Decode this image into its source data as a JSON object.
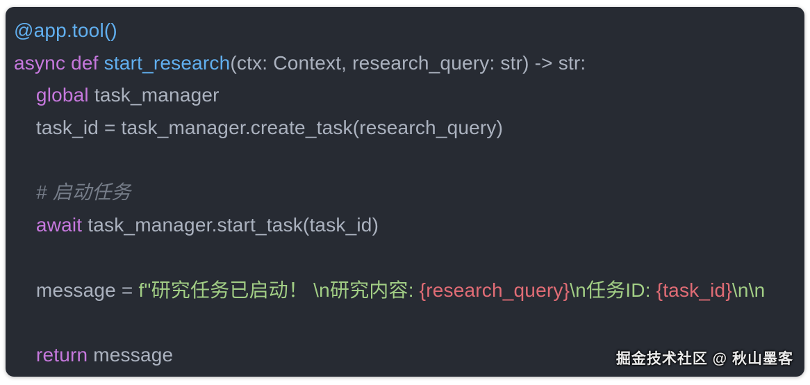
{
  "colors": {
    "panel_background": "#272b33",
    "page_background": "#ffffff",
    "decorator_blue": "#61afef",
    "keyword_purple": "#c678dd",
    "function_blue": "#61afef",
    "default_text": "#abb2bf",
    "comment_gray": "#767d89",
    "string_green": "#a2ce85",
    "interpolation_pink": "#e06c75",
    "watermark_text": "#ececec"
  },
  "code": {
    "language": "python",
    "lines": [
      {
        "segments": [
          {
            "type": "decorator",
            "text": "@app.tool()"
          }
        ]
      },
      {
        "segments": [
          {
            "type": "keyword",
            "text": "async def "
          },
          {
            "type": "func",
            "text": "start_research"
          },
          {
            "type": "plain",
            "text": "(ctx: Context, research_query: str) -> str:"
          }
        ]
      },
      {
        "segments": [
          {
            "type": "plain",
            "text": "    "
          },
          {
            "type": "keyword",
            "text": "global"
          },
          {
            "type": "plain",
            "text": " task_manager"
          }
        ]
      },
      {
        "segments": [
          {
            "type": "plain",
            "text": "    task_id = task_manager.create_task(research_query)"
          }
        ]
      },
      {
        "segments": []
      },
      {
        "segments": [
          {
            "type": "plain",
            "text": "    "
          },
          {
            "type": "comment",
            "text": "# 启动任务"
          }
        ]
      },
      {
        "segments": [
          {
            "type": "plain",
            "text": "    "
          },
          {
            "type": "keyword",
            "text": "await"
          },
          {
            "type": "plain",
            "text": " task_manager.start_task(task_id)"
          }
        ]
      },
      {
        "segments": []
      },
      {
        "segments": [
          {
            "type": "plain",
            "text": "    message = "
          },
          {
            "type": "string",
            "text": "f\"研究任务已启动！ \\n研究内容: "
          },
          {
            "type": "interp",
            "text": "{research_query}"
          },
          {
            "type": "string",
            "text": "\\n任务ID: "
          },
          {
            "type": "interp",
            "text": "{task_id}"
          },
          {
            "type": "string",
            "text": "\\n\\n"
          }
        ]
      },
      {
        "segments": []
      },
      {
        "segments": [
          {
            "type": "plain",
            "text": "    "
          },
          {
            "type": "keyword",
            "text": "return"
          },
          {
            "type": "plain",
            "text": " message"
          }
        ]
      }
    ]
  },
  "watermark": {
    "text": "掘金技术社区 @ 秋山墨客"
  }
}
